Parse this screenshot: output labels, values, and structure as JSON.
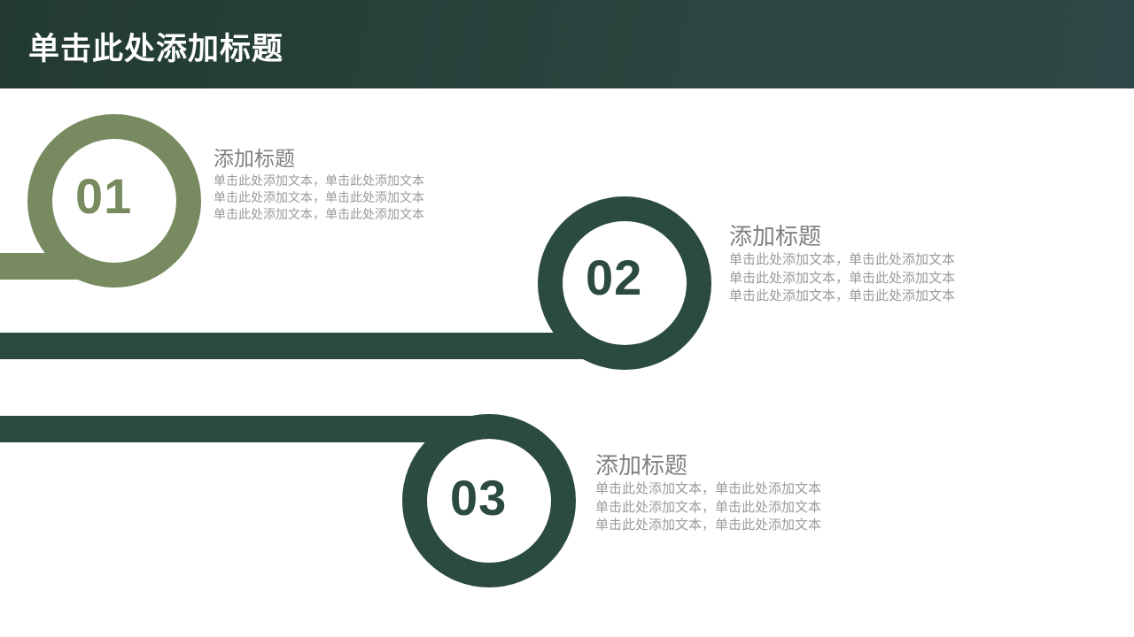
{
  "header": {
    "title": "单击此处添加标题",
    "bg_gradient_from": "#223a33",
    "bg_gradient_to": "#2e4746",
    "title_color": "#ffffff"
  },
  "theme": {
    "background": "#ffffff",
    "olive_green": "#788a5f",
    "dark_green": "#2b4a42",
    "heading_gray": "#808080",
    "body_gray": "#9a9a9a"
  },
  "items": [
    {
      "number": "01",
      "color": "#788a5f",
      "heading": "添加标题",
      "lines": [
        "单击此处添加文本，单击此处添加文本",
        "单击此处添加文本，单击此处添加文本",
        "单击此处添加文本，单击此处添加文本"
      ]
    },
    {
      "number": "02",
      "color": "#2b4a42",
      "heading": "添加标题",
      "lines": [
        "单击此处添加文本，单击此处添加文本",
        "单击此处添加文本，单击此处添加文本",
        "单击此处添加文本，单击此处添加文本"
      ]
    },
    {
      "number": "03",
      "color": "#2b4a42",
      "heading": "添加标题",
      "lines": [
        "单击此处添加文本，单击此处添加文本",
        "单击此处添加文本，单击此处添加文本",
        "单击此处添加文本，单击此处添加文本"
      ]
    }
  ]
}
